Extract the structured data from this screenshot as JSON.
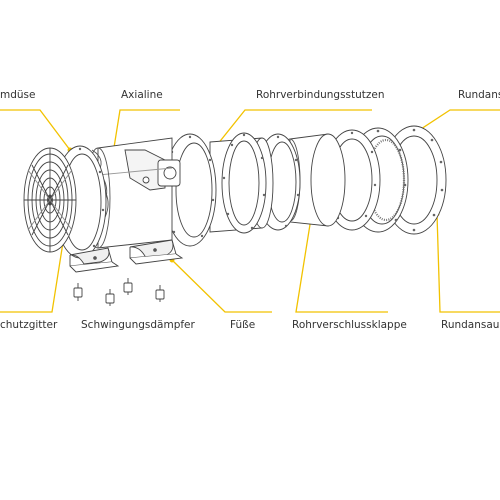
{
  "labels": {
    "einstroemduese": "mdüse",
    "axialine": "Axialine",
    "rohrverbindungsstutzen": "Rohrverbindungsstutzen",
    "rundansaug_top": "Rundansa",
    "schutzgitter": "chutzgitter",
    "schwingungsdaempfer": "Schwingungsdämpfer",
    "fuesse": "Füße",
    "rohrverschlussklappe": "Rohrverschlussklappe",
    "rundansaug_bottom": "Rundansaug"
  },
  "colors": {
    "leader": "#f2c200",
    "line": "#444444",
    "text": "#333333",
    "background": "#ffffff"
  }
}
